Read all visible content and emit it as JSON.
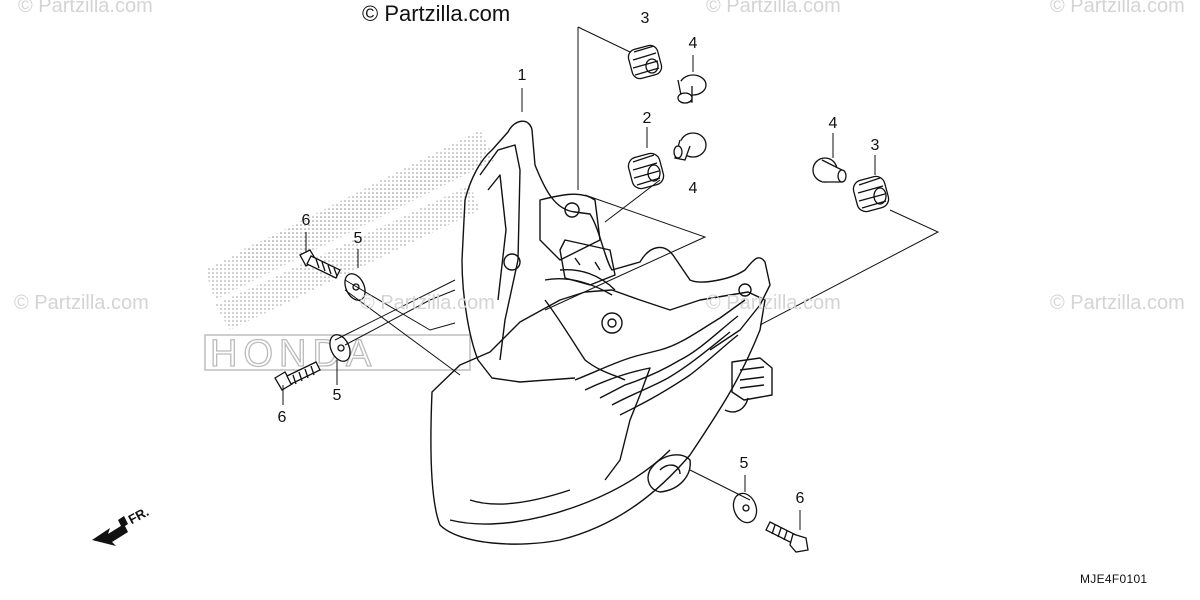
{
  "copyright": "© Partzilla.com",
  "watermark": "© Partzilla.com",
  "drawing_code": "MJE4F0101",
  "direction_label": "FR.",
  "callouts": {
    "headlight_main": "1",
    "grommet_center": "2",
    "grommet_top": "3",
    "grommet_right": "3",
    "collar_top": "4",
    "collar_center": "4",
    "collar_right": "4",
    "washer_left_upper": "5",
    "washer_left_lower": "5",
    "washer_bottom_right": "5",
    "bolt_left_upper": "6",
    "bolt_left_lower": "6",
    "bolt_bottom_right": "6"
  },
  "colors": {
    "line": "#111111",
    "watermark": "#d4d4d4",
    "honda_dots": "#9a9a9a"
  }
}
